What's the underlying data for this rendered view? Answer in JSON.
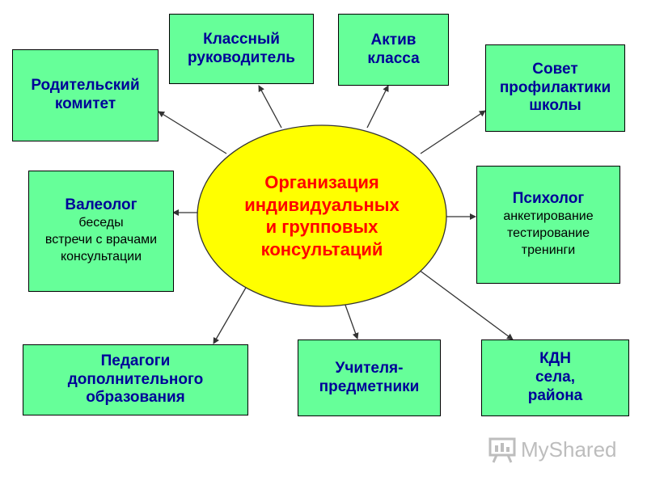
{
  "center": {
    "lines": [
      "Организация",
      "индивидуальных",
      "и групповых",
      "консультаций"
    ],
    "fill": "#ffff00",
    "text_color": "#ff0000"
  },
  "nodes": {
    "parents_committee": {
      "title": "Родительский\nкомитет"
    },
    "class_teacher": {
      "title": "Классный\nруководитель"
    },
    "class_activists": {
      "title": "Актив\nкласса"
    },
    "prevention_council": {
      "title": "Совет\nпрофилактики\nшколы"
    },
    "valeologist": {
      "title": "Валеолог",
      "items": [
        "беседы",
        "встречи с врачами",
        "консультации"
      ]
    },
    "psychologist": {
      "title": "Психолог",
      "items": [
        "анкетирование",
        "тестирование",
        "тренинги"
      ]
    },
    "extra_educators": {
      "title": "Педагоги\nдополнительного\nобразования"
    },
    "subject_teachers": {
      "title": "Учителя-\nпредметники"
    },
    "kdn": {
      "title": "КДН\nсела,\nрайона"
    }
  },
  "colors": {
    "box_fill": "#66ff99",
    "box_text": "#000099",
    "arrow": "#333333"
  },
  "watermark": {
    "text": "MyShared"
  }
}
